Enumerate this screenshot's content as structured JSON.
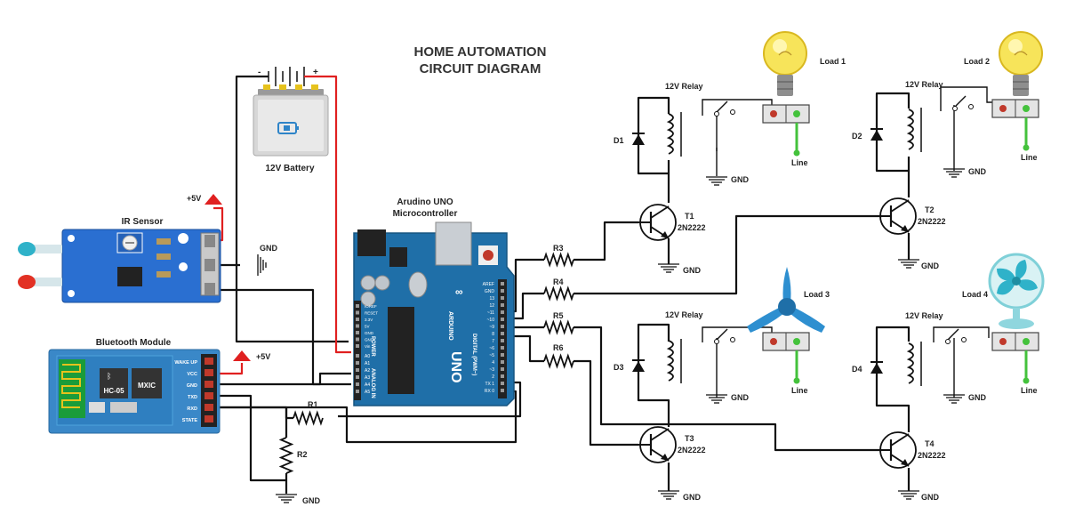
{
  "title_line1": "HOME AUTOMATION",
  "title_line2": "CIRCUIT DIAGRAM",
  "battery": {
    "label": "12V Battery",
    "minus": "-",
    "plus": "+"
  },
  "ir_sensor": {
    "label": "IR Sensor",
    "vcc": "+5V",
    "gnd": "GND"
  },
  "bluetooth": {
    "label": "Bluetooth Module",
    "chip1": "HC-05",
    "chip2": "MXIC",
    "pins": [
      "WAKE UP",
      "VCC",
      "GND",
      "TXD",
      "RXD",
      "STATE"
    ],
    "vcc": "+5V",
    "gnd": "GND"
  },
  "arduino": {
    "label_line1": "Arudino UNO",
    "label_line2": "Microcontroller",
    "logo": "UNO",
    "brand": "ARDUINO",
    "digital_label": "DIGITAL (PWM~)",
    "power_label": "POWER",
    "analog_label": "ANALOG IN",
    "power_pins": [
      "IOREF",
      "RESET",
      "3.3V",
      "5V",
      "GND",
      "GND",
      "Vin"
    ],
    "analog_pins": [
      "A0",
      "A1",
      "A2",
      "A3",
      "A4",
      "A5"
    ],
    "digital_pins": [
      "AREF",
      "GND",
      "13",
      "12",
      "~11",
      "~10",
      "~9",
      "8",
      "7",
      "~6",
      "~5",
      "4",
      "~3",
      "2",
      "TX 1",
      "RX 0"
    ]
  },
  "resistors": [
    "R1",
    "R2",
    "R3",
    "R4",
    "R5",
    "R6"
  ],
  "relays": [
    {
      "label": "12V Relay",
      "diode": "D1",
      "transistor": "T1",
      "part": "2N2222",
      "gnd": "GND",
      "load": "Load 1",
      "line": "Line"
    },
    {
      "label": "12V Relay",
      "diode": "D2",
      "transistor": "T2",
      "part": "2N2222",
      "gnd": "GND",
      "load": "Load 2",
      "line": "Line"
    },
    {
      "label": "12V Relay",
      "diode": "D3",
      "transistor": "T3",
      "part": "2N2222",
      "gnd": "GND",
      "load": "Load 3",
      "line": "Line"
    },
    {
      "label": "12V Relay",
      "diode": "D4",
      "transistor": "T4",
      "part": "2N2222",
      "gnd": "GND",
      "load": "Load 4",
      "line": "Line"
    }
  ],
  "load_icons": [
    "light-bulb-icon",
    "light-bulb-icon",
    "ceiling-fan-icon",
    "table-fan-icon"
  ],
  "colors": {
    "wire": "#111111",
    "power_wire": "#e02020",
    "line_wire": "#44c23c",
    "arduino_board": "#1f6fa8",
    "sensor_board": "#2a6fd1",
    "bt_board": "#3a88c8"
  }
}
